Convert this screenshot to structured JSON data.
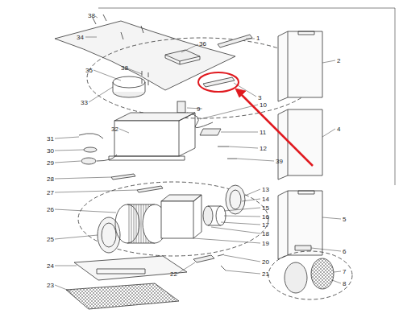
{
  "diagram": {
    "labels": [
      "38",
      "34",
      "36",
      "1",
      "2",
      "35",
      "38",
      "3",
      "33",
      "9",
      "10",
      "32",
      "11",
      "4",
      "31",
      "12",
      "30",
      "39",
      "29",
      "28",
      "13",
      "27",
      "14",
      "15",
      "16",
      "26",
      "17",
      "18",
      "25",
      "19",
      "5",
      "20",
      "6",
      "24",
      "21",
      "22",
      "7",
      "8",
      "23"
    ]
  }
}
